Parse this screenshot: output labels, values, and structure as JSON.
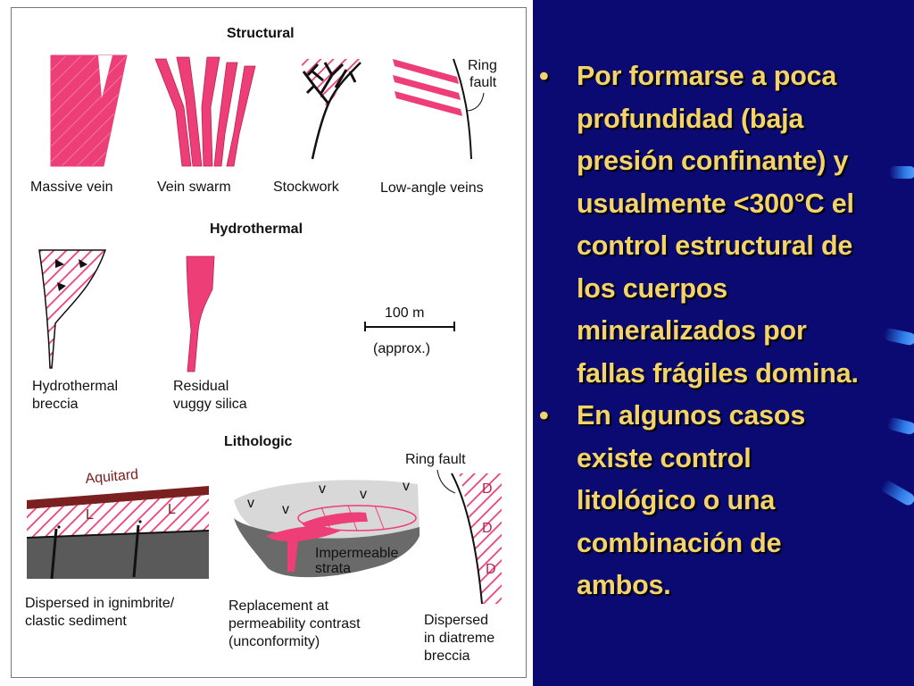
{
  "colors": {
    "slide_bg": "#0a0a72",
    "bullet_text": "#f3d36a",
    "fig_pink": "#ee3e78",
    "fig_dark": "#555555",
    "aquitard": "#7a2020"
  },
  "figure": {
    "sections": {
      "structural": "Structural",
      "hydrothermal": "Hydrothermal",
      "lithologic": "Lithologic"
    },
    "labels": {
      "massive_vein": "Massive vein",
      "vein_swarm": "Vein swarm",
      "stockwork": "Stockwork",
      "low_angle_veins": "Low-angle veins",
      "ring_fault_1": "Ring",
      "ring_fault_2": "fault",
      "hydrothermal_breccia_1": "Hydrothermal",
      "hydrothermal_breccia_2": "breccia",
      "residual_silica_1": "Residual",
      "residual_silica_2": "vuggy silica",
      "scale_value": "100 m",
      "scale_note": "(approx.)",
      "aquitard": "Aquitard",
      "ring_fault_litho": "Ring fault",
      "impermeable_1": "Impermeable",
      "impermeable_2": "strata",
      "dispersed_ign_1": "Dispersed in ignimbrite/",
      "dispersed_ign_2": "clastic sediment",
      "replacement_1": "Replacement at",
      "replacement_2": "permeability contrast",
      "replacement_3": "(unconformity)",
      "diatreme_1": "Dispersed",
      "diatreme_2": "in diatreme",
      "diatreme_3": "breccia",
      "mark_L": "L",
      "mark_v": "v",
      "mark_D": "D"
    }
  },
  "bullets": [
    [
      "Por formarse a poca",
      "profundidad (baja",
      "presión confinante) y",
      "usualmente <300°C el",
      "control estructural de",
      "los cuerpos",
      "mineralizados por",
      "fallas frágiles domina."
    ],
    [
      "En algunos casos",
      "existe control",
      "litológico o una",
      "combinación de",
      "ambos."
    ]
  ],
  "bullet_marker": "•"
}
